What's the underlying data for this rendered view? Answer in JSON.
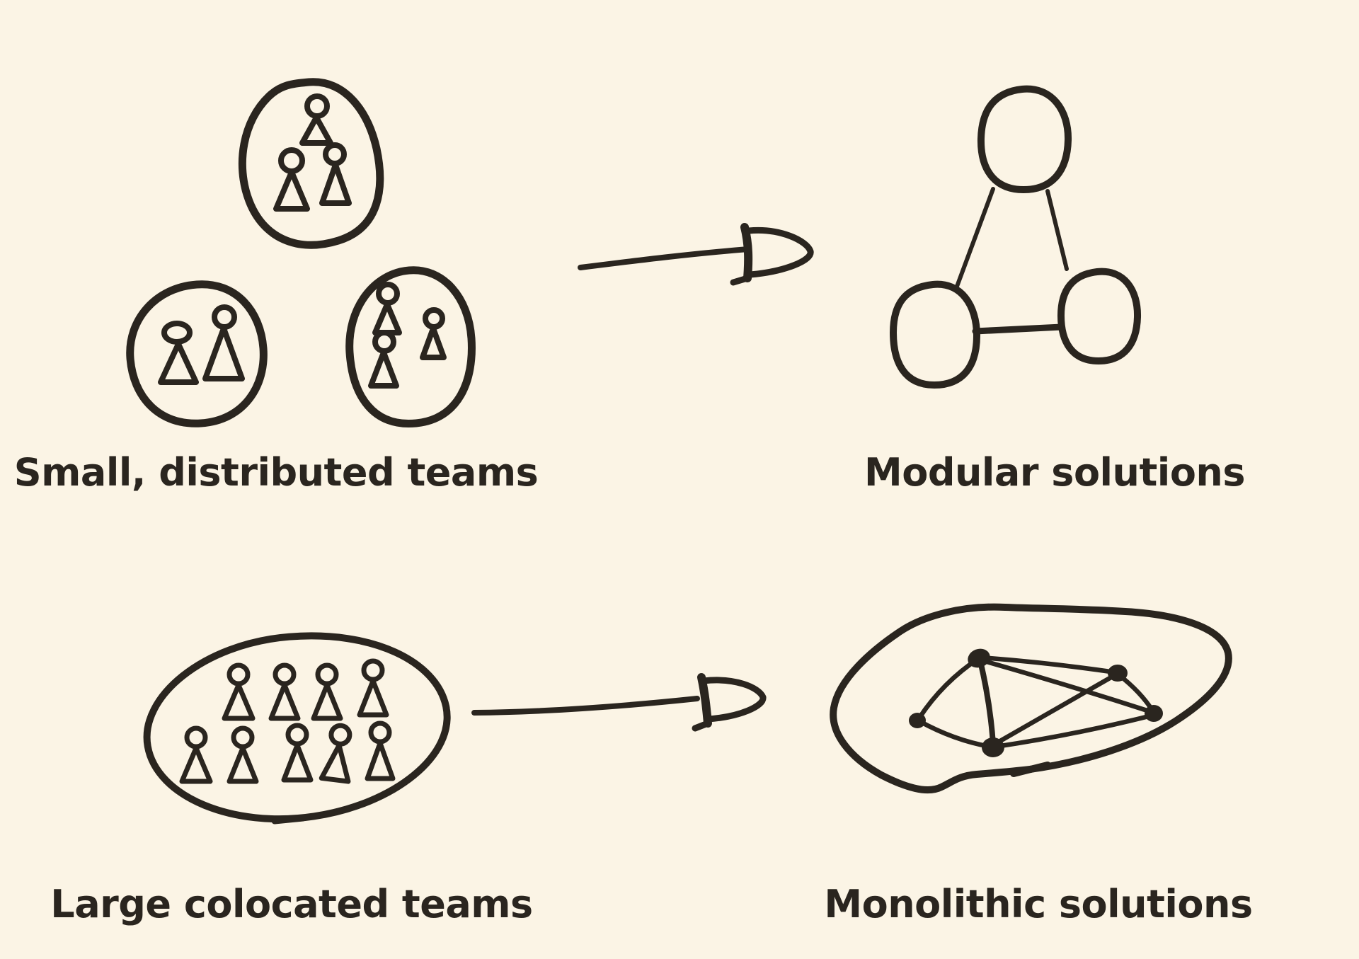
{
  "colors": {
    "background": "#fbf4e5",
    "ink": "#2a251f"
  },
  "rows": [
    {
      "left_label": "Small, distributed teams",
      "right_label": "Modular solutions",
      "left_team_sizes": [
        3,
        2,
        3
      ],
      "right_module_count": 3,
      "right_connection_count": 3
    },
    {
      "left_label": "Large colocated teams",
      "right_label": "Monolithic solutions",
      "left_team_sizes": [
        9
      ],
      "right_node_count": 5,
      "right_connection_count": 8
    }
  ],
  "icons": {
    "person-icon": "circle head over triangle body",
    "arrow-right-icon": "hand-drawn shaft with open D-shaped head",
    "team-boundary-icon": "wobbly hand-drawn circle",
    "module-node-icon": "wobbly hand-drawn blob",
    "graph-node-icon": "solid ink dot"
  }
}
